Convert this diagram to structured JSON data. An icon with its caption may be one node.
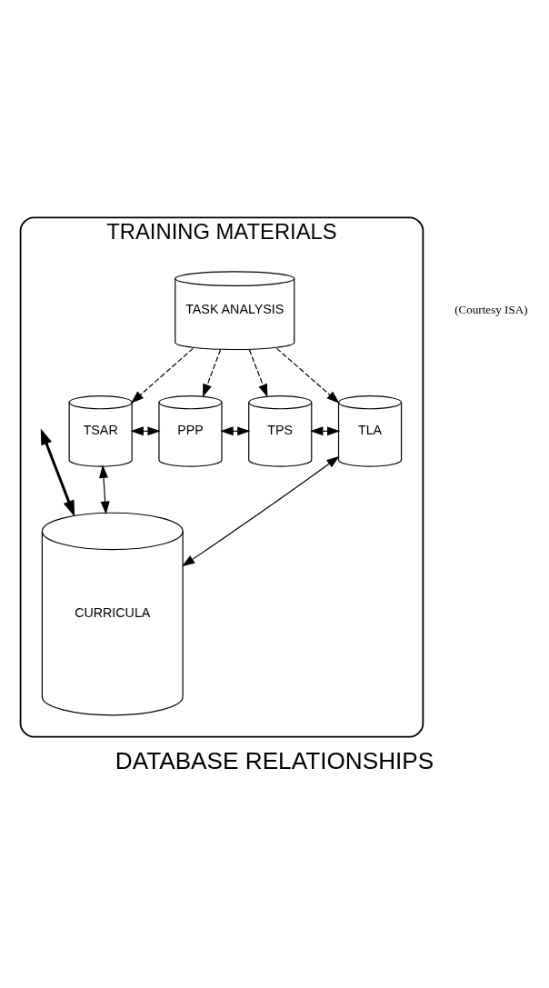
{
  "diagram": {
    "title": "DATABASE RELATIONSHIPS",
    "nodes": [
      {
        "text": [
          "TRAINING MATERIALS"
        ]
      },
      {
        "text": [
          "TASK ANALYSIS"
        ],
        "in": 0
      },
      {
        "text": [
          "TSAR"
        ],
        "in": 0
      },
      {
        "text": [
          "PPP"
        ],
        "in": 0
      },
      {
        "text": [
          "TPS"
        ],
        "in": 0
      },
      {
        "text": [
          "TLA"
        ],
        "in": 0
      },
      {
        "text": [
          "CURRICULA"
        ],
        "in": 0
      }
    ],
    "edges": [
      {
        "from": 1,
        "to": 2,
        "arrow": "to",
        "style": "dashed"
      },
      {
        "from": 1,
        "to": 3,
        "arrow": "to",
        "style": "dashed"
      },
      {
        "from": 1,
        "to": 4,
        "arrow": "to",
        "style": "dashed"
      },
      {
        "from": 1,
        "to": 5,
        "arrow": "to",
        "style": "dashed"
      },
      {
        "from": 2,
        "to": 3,
        "arrow": "both"
      },
      {
        "from": 3,
        "to": 4,
        "arrow": "both"
      },
      {
        "from": 4,
        "to": 5,
        "arrow": "both"
      },
      {
        "from": null,
        "to": 6,
        "arrow": "both",
        "style": "thick"
      },
      {
        "from": 2,
        "to": 6,
        "arrow": "both"
      },
      {
        "from": 5,
        "to": 6,
        "arrow": "both"
      }
    ],
    "labels": [
      "(Courtesy ISA)"
    ]
  }
}
